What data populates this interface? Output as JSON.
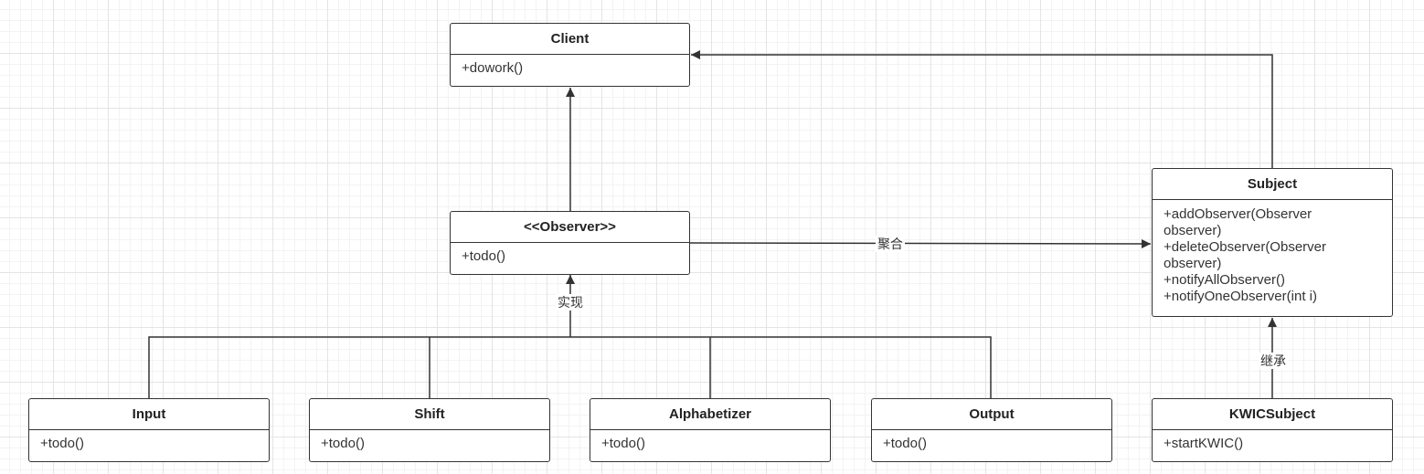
{
  "classes": {
    "client": {
      "name": "Client",
      "methods": [
        "+dowork()"
      ]
    },
    "observer": {
      "name": "<<Observer>>",
      "methods": [
        "+todo()"
      ]
    },
    "subject": {
      "name": "Subject",
      "methods": [
        "+addObserver(Observer observer)",
        "+deleteObserver(Observer observer)",
        "+notifyAllObserver()",
        "+notifyOneObserver(int i)"
      ]
    },
    "input": {
      "name": "Input",
      "methods": [
        "+todo()"
      ]
    },
    "shift": {
      "name": "Shift",
      "methods": [
        "+todo()"
      ]
    },
    "alphabetizer": {
      "name": "Alphabetizer",
      "methods": [
        "+todo()"
      ]
    },
    "output": {
      "name": "Output",
      "methods": [
        "+todo()"
      ]
    },
    "kwic": {
      "name": "KWICSubject",
      "methods": [
        "+startKWIC()"
      ]
    }
  },
  "labels": {
    "aggregation": "聚合",
    "realization": "实现",
    "inheritance": "继承"
  },
  "colors": {
    "line": "#333333",
    "grid": "#e4e4e4"
  }
}
